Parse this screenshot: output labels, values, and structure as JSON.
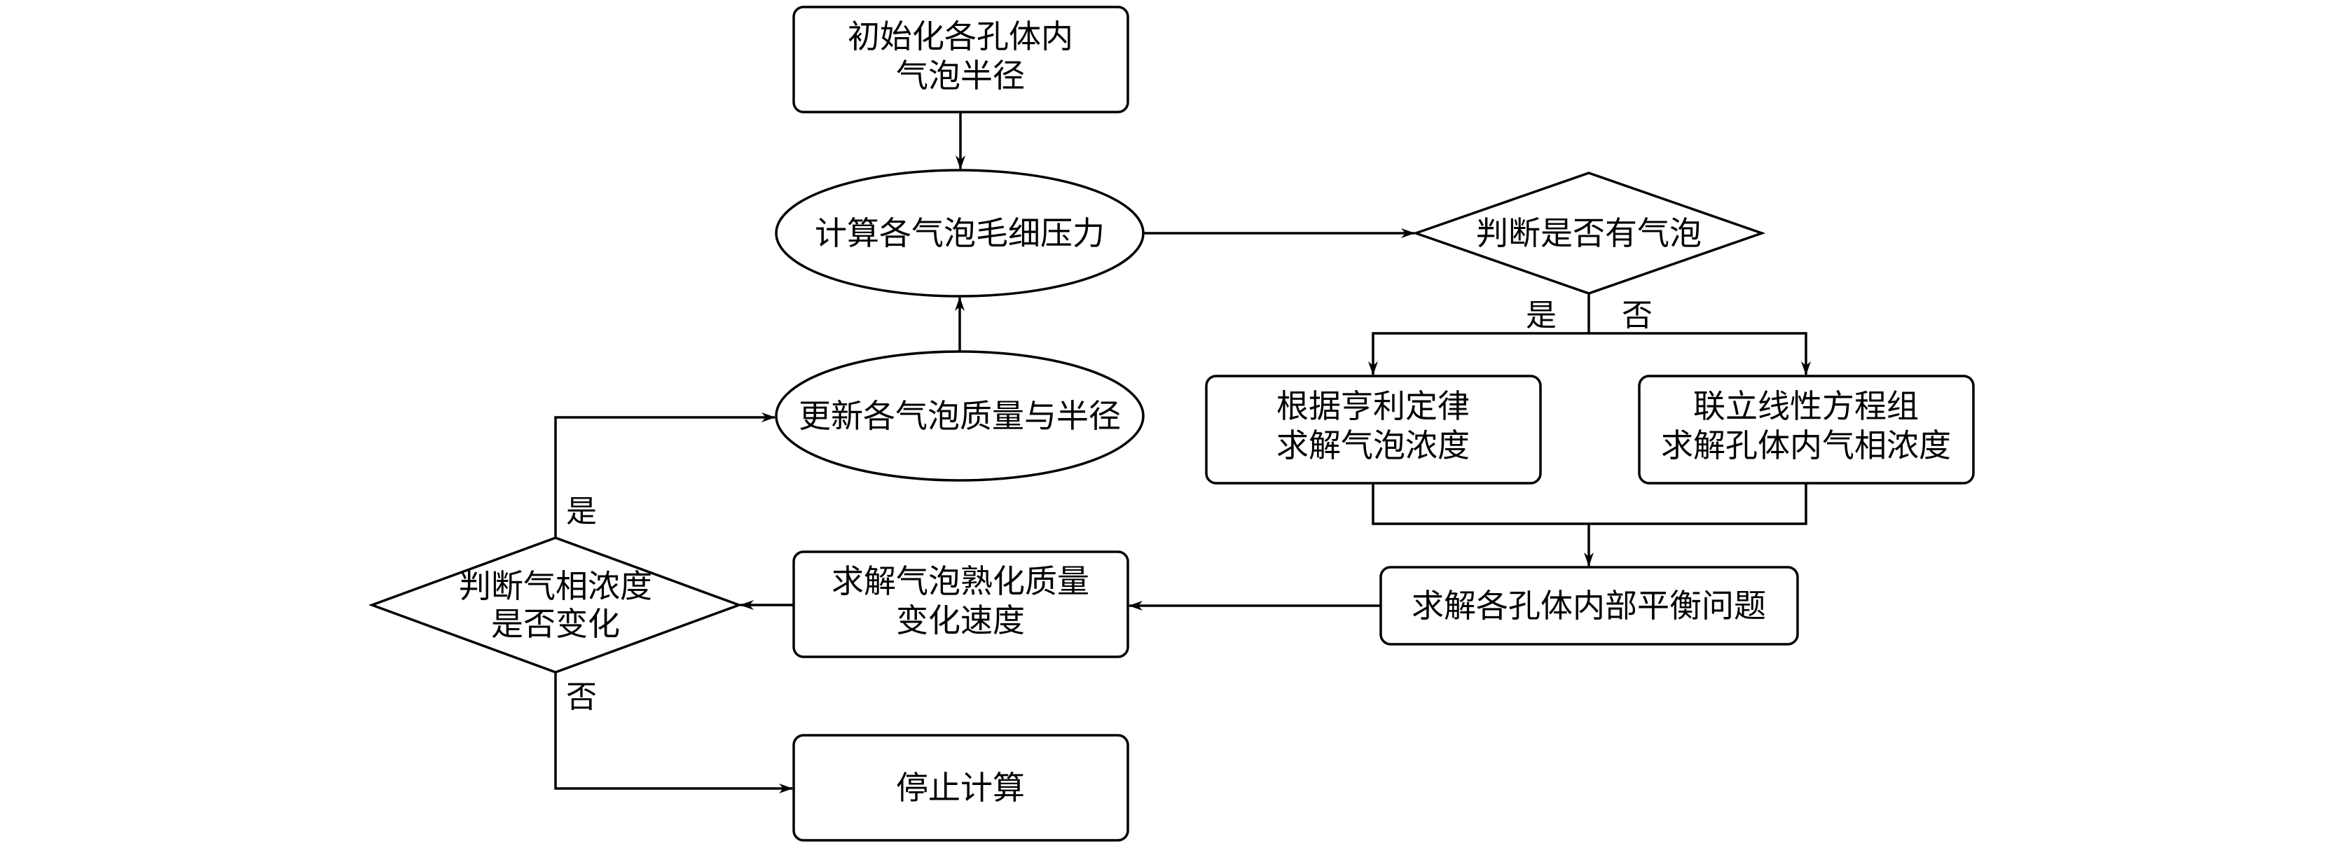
{
  "nodes": {
    "init": [
      "初始化各孔体内",
      "气泡半径"
    ],
    "capillary": [
      "计算各气泡毛细压力"
    ],
    "judge_bubble": [
      "判断是否有气泡"
    ],
    "henry": [
      "根据亨利定律",
      "求解气泡浓度"
    ],
    "linear": [
      "联立线性方程组",
      "求解孔体内气相浓度"
    ],
    "equilibrium": [
      "求解各孔体内部平衡问题"
    ],
    "ripening": [
      "求解气泡熟化质量",
      "变化速度"
    ],
    "judge_change": [
      "判断气相浓度",
      "是否变化"
    ],
    "update": [
      "更新各气泡质量与半径"
    ],
    "stop": [
      "停止计算"
    ]
  },
  "branches": {
    "bubble_yes": "是",
    "bubble_no": "否",
    "change_yes": "是",
    "change_no": "否"
  }
}
